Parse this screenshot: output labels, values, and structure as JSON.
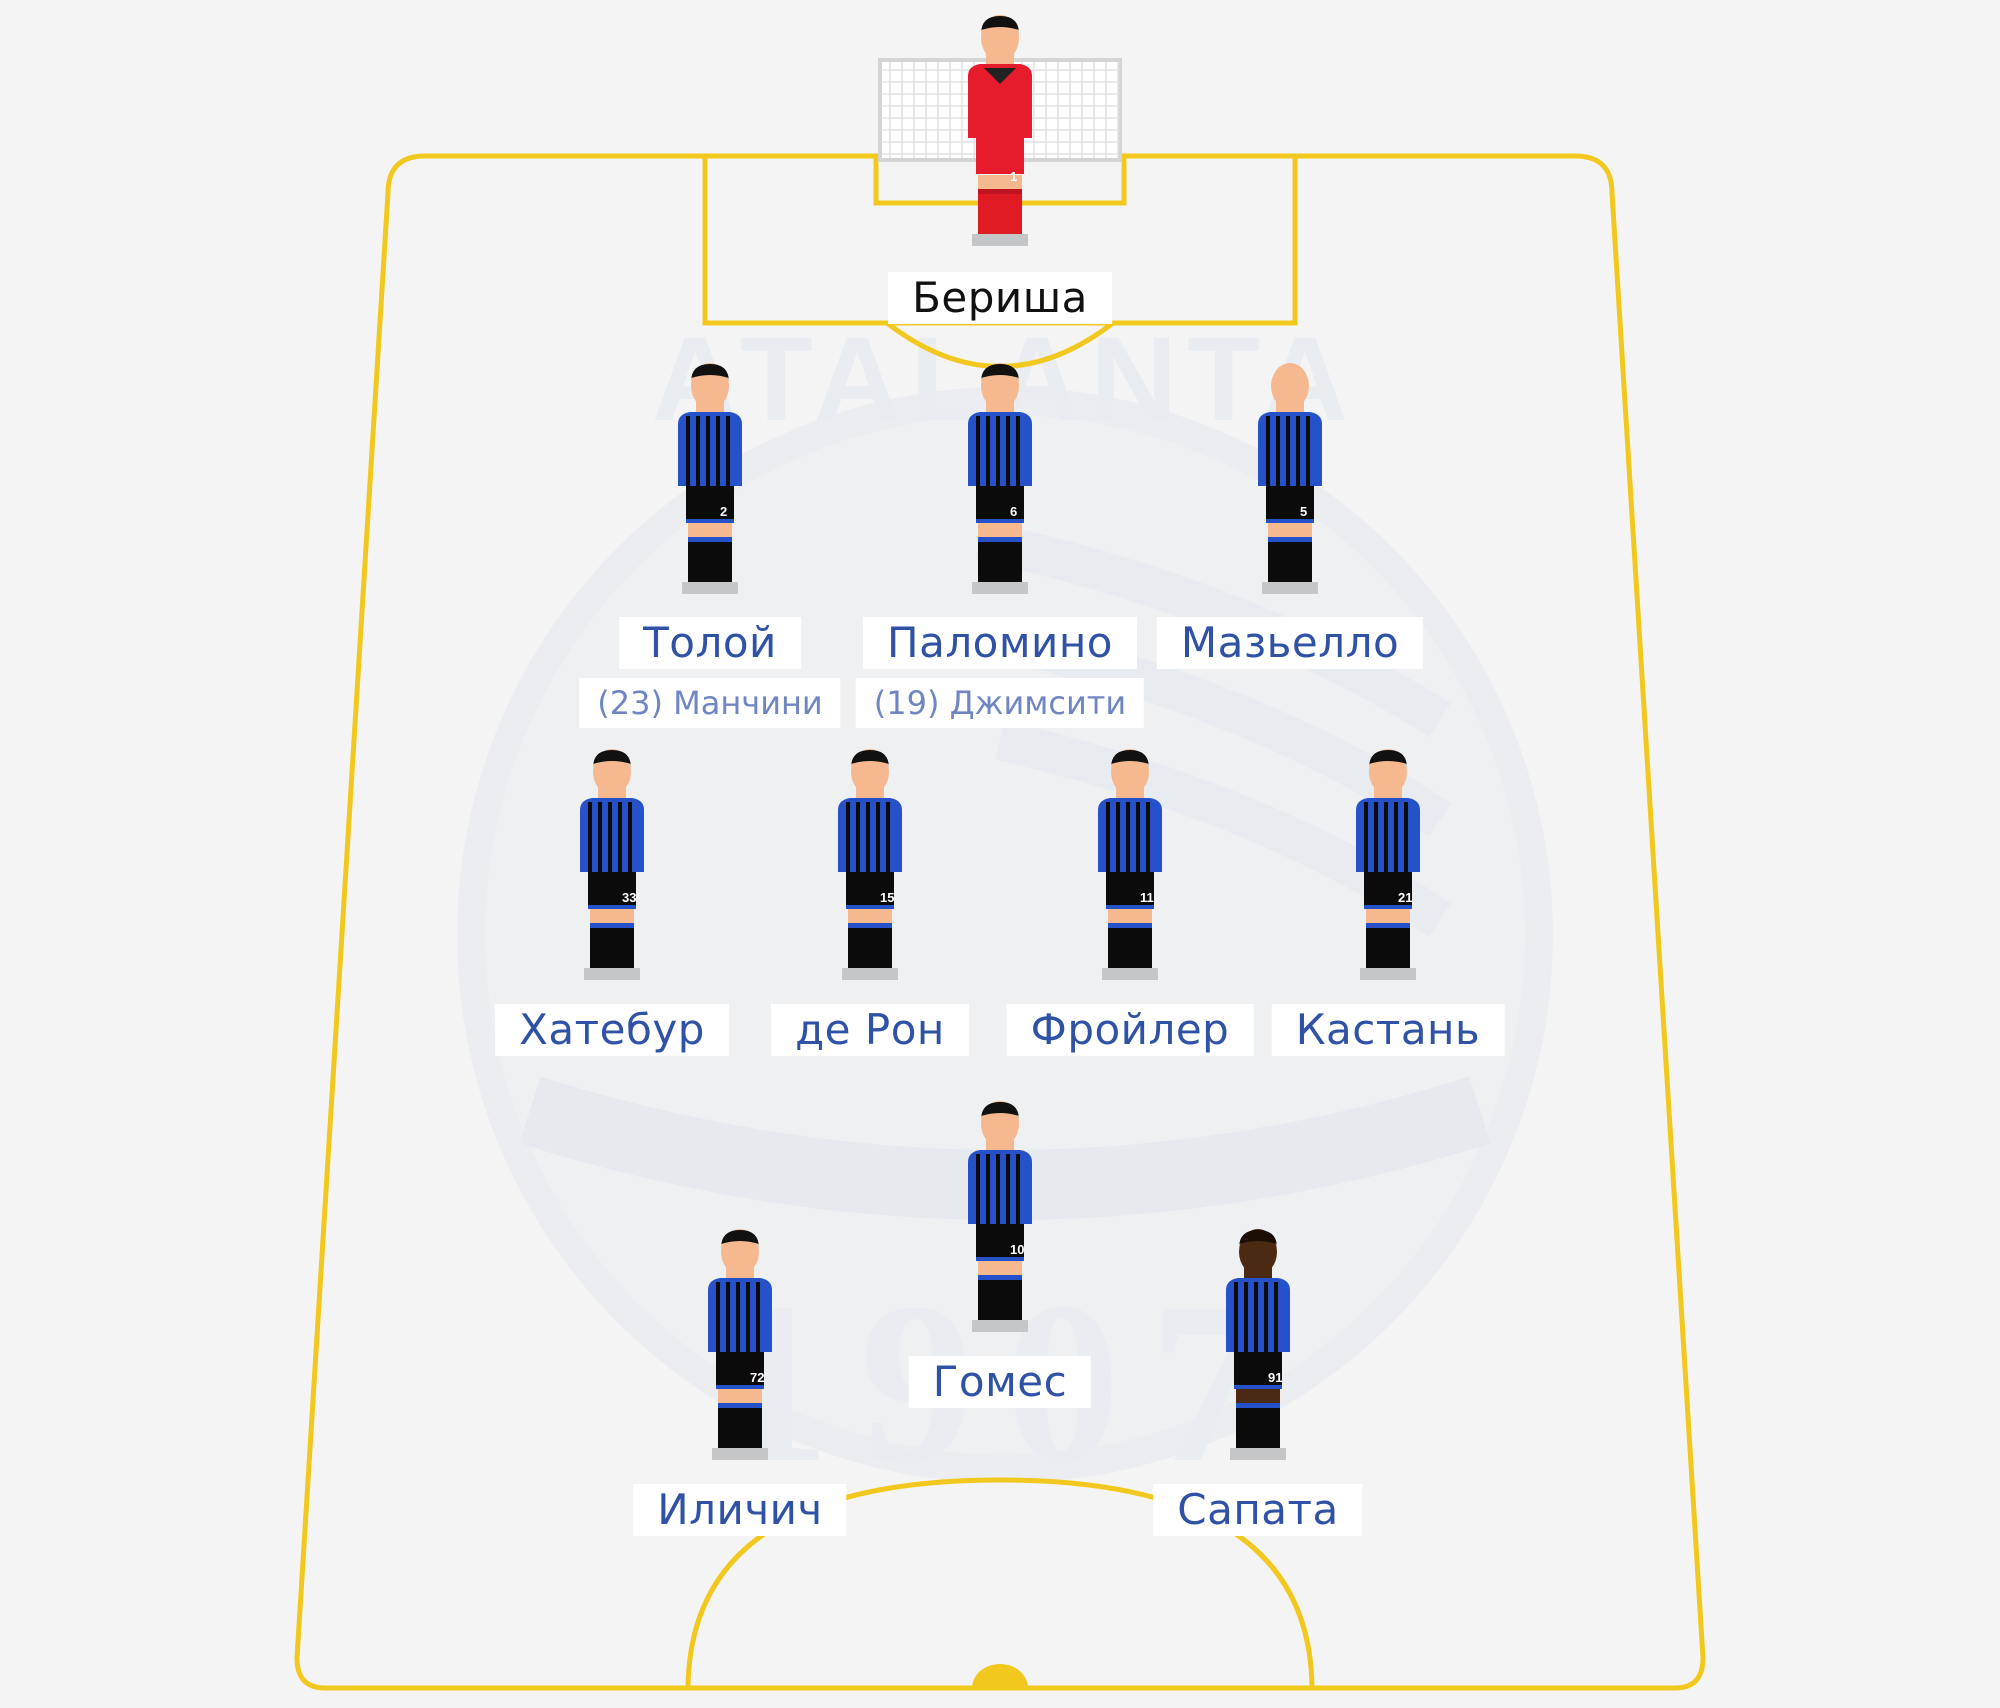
{
  "colors": {
    "pitch_line": "#f2c81e",
    "background": "#f4f4f4",
    "name_text": "#2f52a6",
    "sub_text": "#6f86c2",
    "kit_blue": "#2552c8",
    "kit_black": "#0b0b0b",
    "gk_red": "#e61b2b"
  },
  "watermark": {
    "year": "1907",
    "text": "ATALANTA"
  },
  "players": [
    {
      "id": "gk",
      "number": "1",
      "name": "Бериша",
      "role": "goalkeeper",
      "skin": "#f6b98f",
      "hair": "#111111"
    },
    {
      "id": "toloi",
      "number": "2",
      "name": "Толой",
      "sub": "(23) Манчини",
      "skin": "#f6b98f",
      "hair": "#111111"
    },
    {
      "id": "palomino",
      "number": "6",
      "name": "Паломино",
      "sub": "(19) Джимсити",
      "skin": "#f6b98f",
      "hair": "#111111"
    },
    {
      "id": "masiello",
      "number": "5",
      "name": "Мазьелло",
      "skin": "#f6b98f",
      "hair": "none"
    },
    {
      "id": "hateboer",
      "number": "33",
      "name": "Хатебур",
      "skin": "#f6b98f",
      "hair": "#111111"
    },
    {
      "id": "deroon",
      "number": "15",
      "name": "де Рон",
      "skin": "#f6b98f",
      "hair": "#111111"
    },
    {
      "id": "freuler",
      "number": "11",
      "name": "Фройлер",
      "skin": "#f6b98f",
      "hair": "#111111"
    },
    {
      "id": "castagne",
      "number": "21",
      "name": "Кастань",
      "skin": "#f6b98f",
      "hair": "#111111"
    },
    {
      "id": "gomez",
      "number": "10",
      "name": "Гомес",
      "skin": "#f6b98f",
      "hair": "#111111"
    },
    {
      "id": "ilicic",
      "number": "72",
      "name": "Иличич",
      "skin": "#f6b98f",
      "hair": "#111111"
    },
    {
      "id": "zapata",
      "number": "91",
      "name": "Сапата",
      "skin": "#4a2a12",
      "hair": "#1a0e05"
    }
  ]
}
